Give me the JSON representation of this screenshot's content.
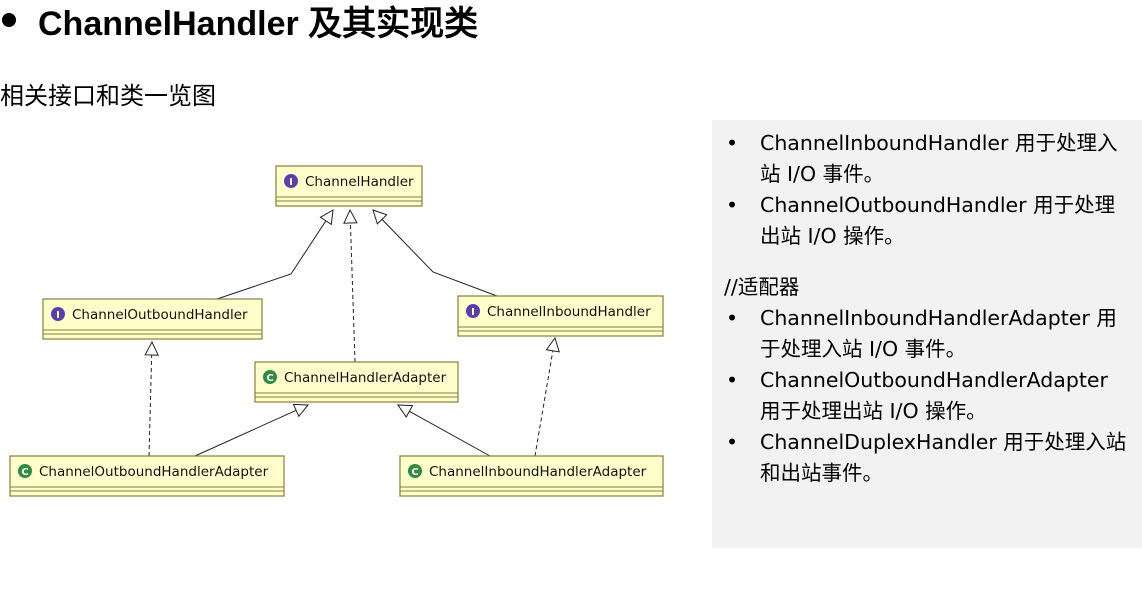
{
  "heading": {
    "title": "ChannelHandler 及其实现类"
  },
  "subheading": "相关接口和类一览图",
  "diagram": {
    "nodes": [
      {
        "id": "channel-handler",
        "label": "ChannelHandler",
        "kind": "interface",
        "badge": "I"
      },
      {
        "id": "channel-outbound-handler",
        "label": "ChannelOutboundHandler",
        "kind": "interface",
        "badge": "I"
      },
      {
        "id": "channel-inbound-handler",
        "label": "ChannelInboundHandler",
        "kind": "interface",
        "badge": "I"
      },
      {
        "id": "channel-handler-adapter",
        "label": "ChannelHandlerAdapter",
        "kind": "class",
        "badge": "C"
      },
      {
        "id": "channel-outbound-handler-adapter",
        "label": "ChannelOutboundHandlerAdapter",
        "kind": "class",
        "badge": "C"
      },
      {
        "id": "channel-inbound-handler-adapter",
        "label": "ChannelInboundHandlerAdapter",
        "kind": "class",
        "badge": "C"
      }
    ],
    "colors": {
      "node_fill": "#ffffcc",
      "node_border": "#8b7d3a",
      "interface_badge": "#5b3fa6",
      "class_badge": "#2e8b3f"
    }
  },
  "notes": {
    "list_a": [
      {
        "bullet": "•",
        "text": "ChannelInboundHandler 用于处理入站 I/O 事件。"
      },
      {
        "bullet": "•",
        "text": "ChannelOutboundHandler 用于处理出站 I/O 操作。"
      }
    ],
    "section_label": "//适配器",
    "list_b": [
      {
        "bullet": "•",
        "text": "ChannelInboundHandlerAdapter 用于处理入站 I/O 事件。"
      },
      {
        "bullet": "•",
        "text": "ChannelOutboundHandlerAdapter 用于处理出站 I/O 操作。"
      },
      {
        "bullet": "•",
        "text": "ChannelDuplexHandler 用于处理入站和出站事件。"
      }
    ]
  }
}
